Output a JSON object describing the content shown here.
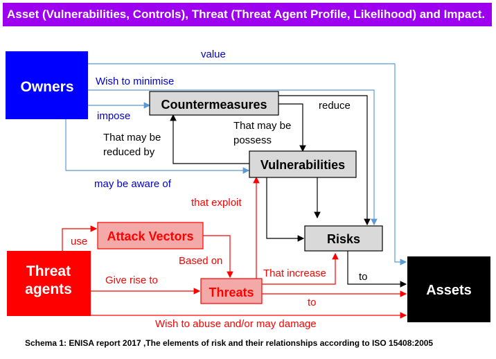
{
  "banner": "Asset (Vulnerabilities, Controls), Threat (Threat Agent Profile, Likelihood) and Impact.",
  "nodes": {
    "owners": "Owners",
    "countermeasures": "Countermeasures",
    "vulnerabilities": "Vulnerabilities",
    "risks": "Risks",
    "attack_vectors": "Attack Vectors",
    "threat_agents_line1": "Threat",
    "threat_agents_line2": "agents",
    "threats": "Threats",
    "assets": "Assets"
  },
  "edges": {
    "value": "value",
    "wish_to_minimise": "Wish to minimise",
    "impose": "impose",
    "reduce": "reduce",
    "that_may_be_possess_1": "That may be",
    "that_may_be_possess_2": "possess",
    "that_may_be_reduced_1": "That may be",
    "that_may_be_reduced_2": "reduced by",
    "may_be_aware_of": "may be aware of",
    "that_exploit": "that exploit",
    "use": "use",
    "based_on": "Based on",
    "that_increase": "That increase",
    "give_rise_to": "Give rise to",
    "to_risks": "to",
    "to_threats": "to",
    "wish_to_abuse": "Wish to abuse and/or may damage"
  },
  "caption": "Schema 1: ENISA report 2017 ,The elements of risk and their relationships according to ISO 15408:2005",
  "colors": {
    "banner": "#9c00ee",
    "owners": "#0000ff",
    "blue_line": "#5b9bd5",
    "blue_text": "#0000cc",
    "red": "#ff0000",
    "red_box": "#f4a9a9",
    "grey_box": "#d9d9d9",
    "black": "#000000"
  }
}
